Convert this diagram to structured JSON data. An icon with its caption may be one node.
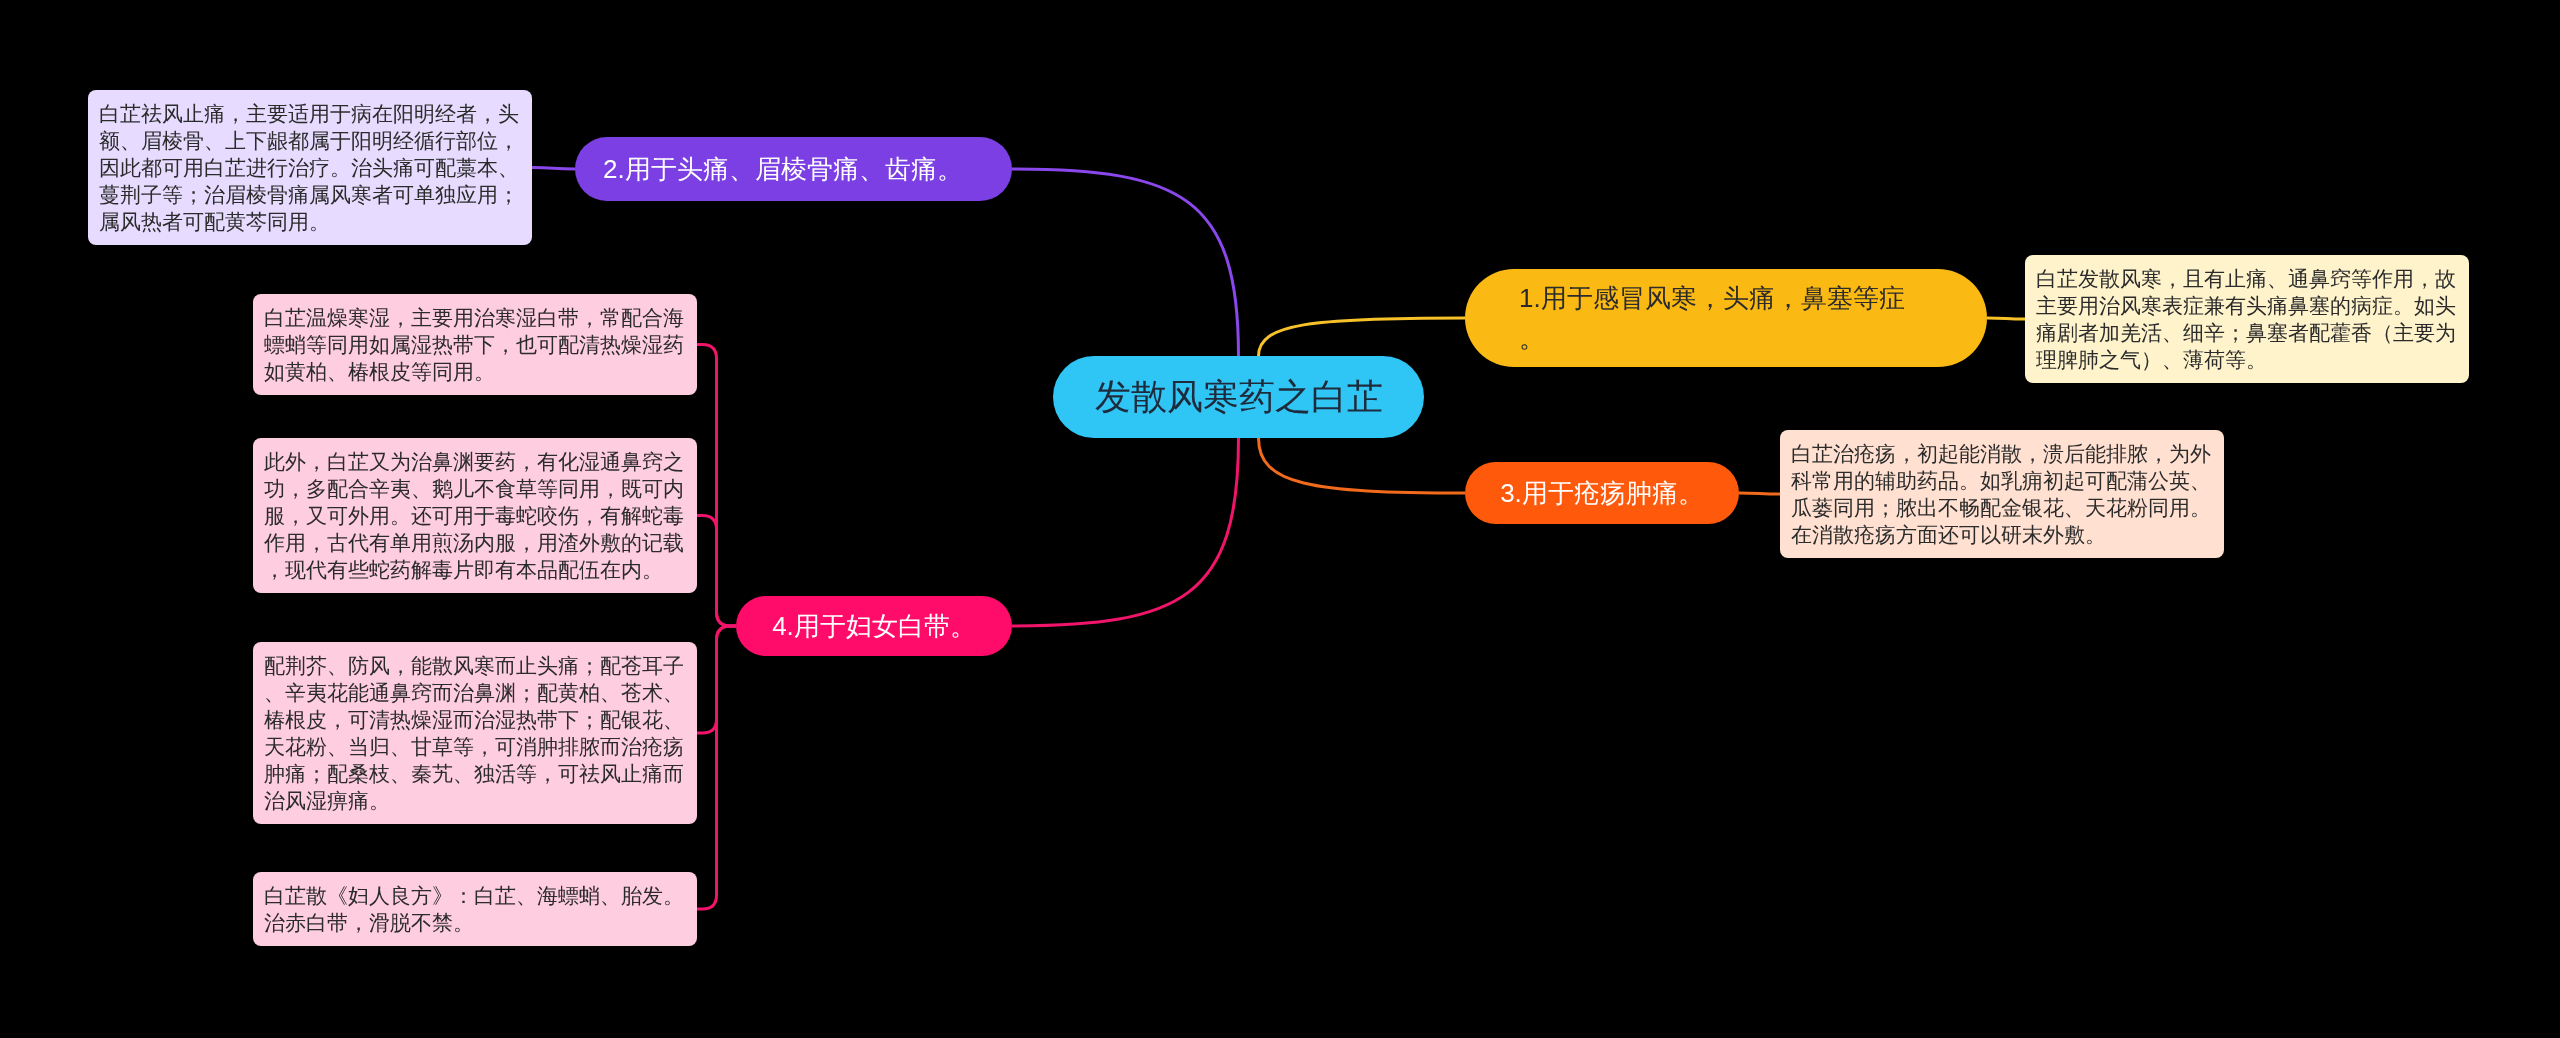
{
  "diagram": {
    "nodes": [
      {
        "text": [
          "发散风寒药之白芷"
        ]
      },
      {
        "text": [
          "1.用于感冒风寒，头痛，鼻塞等症。"
        ]
      },
      {
        "text": [
          "白芷发散风寒，且有止痛、通鼻窍等作用，故主要用治风寒表症兼有头痛鼻塞的病症。如头痛剧者加羌活、细辛；鼻塞者配藿香（主要为理脾肺之气）、薄荷等。"
        ]
      },
      {
        "text": [
          "2.用于头痛、眉棱骨痛、齿痛。"
        ]
      },
      {
        "text": [
          "白芷祛风止痛，主要适用于病在阳明经者，头额、眉棱骨、上下龈都属于阳明经循行部位，因此都可用白芷进行治疗。治头痛可配藁本、蔓荆子等；治眉棱骨痛属风寒者可单独应用；属风热者可配黄芩同用。"
        ]
      },
      {
        "text": [
          "3.用于疮疡肿痛。"
        ]
      },
      {
        "text": [
          "白芷治疮疡，初起能消散，溃后能排脓，为外科常用的辅助药品。如乳痈初起可配蒲公英、瓜蒌同用；脓出不畅配金银花、天花粉同用。在消散疮疡方面还可以研末外敷。"
        ]
      },
      {
        "text": [
          "4.用于妇女白带。"
        ]
      },
      {
        "text": [
          "白芷温燥寒湿，主要用治寒湿白带，常配合海螵蛸等同用如属湿热带下，也可配清热燥湿药如黄柏、椿根皮等同用。"
        ]
      },
      {
        "text": [
          "此外，白芷又为治鼻渊要药，有化湿通鼻窍之功，多配合辛夷、鹅儿不食草等同用，既可内服，又可外用。还可用于毒蛇咬伤，有解蛇毒作用，古代有单用煎汤内服，用渣外敷的记载，现代有些蛇药解毒片即有本品配伍在内。"
        ]
      },
      {
        "text": [
          "配荆芥、防风，能散风寒而止头痛；配苍耳子、辛夷花能通鼻窍而治鼻渊；配黄柏、苍术、椿根皮，可清热燥湿而治湿热带下；配银花、天花粉、当归、甘草等，可消肿排脓而治疮疡肿痛；配桑枝、秦艽、独活等，可祛风止痛而治风湿痹痛。"
        ]
      },
      {
        "text": [
          "白芷散《妇人良方》：白芷、海螵蛸、胎发。治赤白带，滑脱不禁。"
        ]
      }
    ],
    "edges": [
      {
        "from": 0,
        "to": 1,
        "arrow": "none",
        "color": "#f7c229"
      },
      {
        "from": 1,
        "to": 2,
        "arrow": "none",
        "color": "#f7c229"
      },
      {
        "from": 0,
        "to": 3,
        "arrow": "none",
        "color": "#8a48ec"
      },
      {
        "from": 3,
        "to": 4,
        "arrow": "none",
        "color": "#8a48ec"
      },
      {
        "from": 0,
        "to": 5,
        "arrow": "none",
        "color": "#f26b1d"
      },
      {
        "from": 5,
        "to": 6,
        "arrow": "none",
        "color": "#f26b1d"
      },
      {
        "from": 0,
        "to": 7,
        "arrow": "none"
      },
      {
        "from": 7,
        "to": 8,
        "arrow": "none"
      },
      {
        "from": 7,
        "to": 9,
        "arrow": "none"
      },
      {
        "from": 7,
        "to": 10,
        "arrow": "none"
      },
      {
        "from": 7,
        "to": 11,
        "arrow": "none"
      }
    ]
  }
}
